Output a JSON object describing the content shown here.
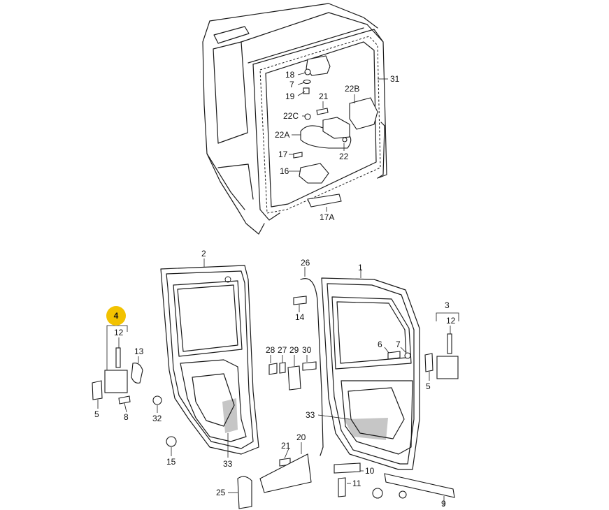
{
  "diagram": {
    "highlighted_label": "4",
    "labels": [
      "31",
      "18",
      "7",
      "19",
      "21",
      "22B",
      "22C",
      "22A",
      "17",
      "16",
      "22",
      "17A",
      "2",
      "1",
      "26",
      "14",
      "3",
      "12",
      "28",
      "27",
      "29",
      "30",
      "6",
      "7",
      "5",
      "12",
      "13",
      "5",
      "8",
      "32",
      "33",
      "33",
      "15",
      "21",
      "20",
      "10",
      "11",
      "25",
      "9"
    ]
  }
}
